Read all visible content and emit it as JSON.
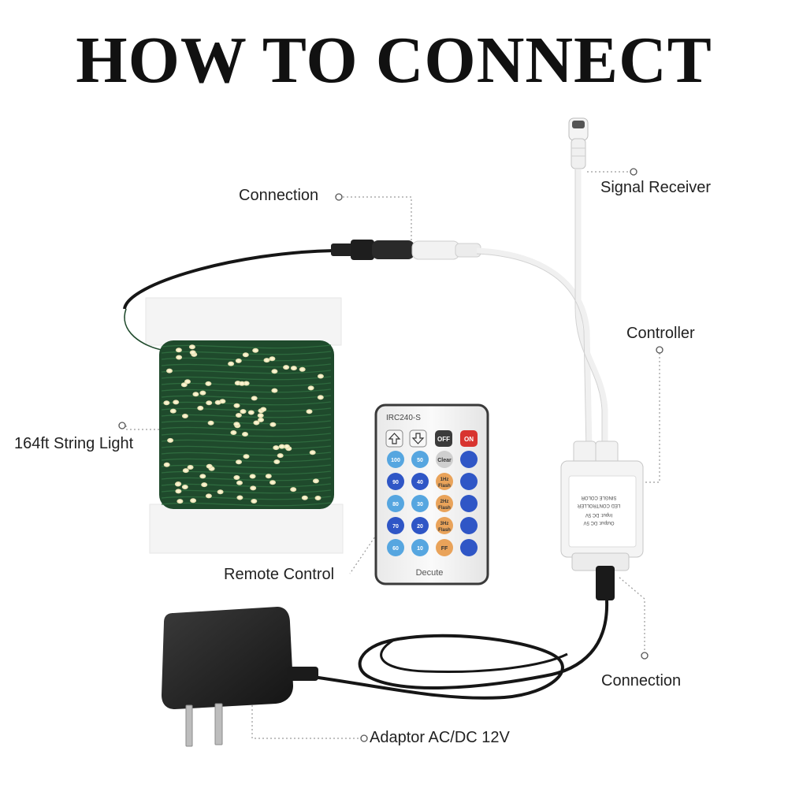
{
  "title": "HOW TO CONNECT",
  "labels": {
    "connection_top": "Connection",
    "signal_receiver": "Signal Receiver",
    "controller": "Controller",
    "string_light": "164ft String Light",
    "remote_control": "Remote Control",
    "connection_bottom": "Connection",
    "adaptor": "Adaptor AC/DC 12V"
  },
  "remote": {
    "model": "IRC240-S",
    "brand": "Decute",
    "top_keys": [
      "OFF",
      "ON"
    ],
    "left_column": [
      "100",
      "90",
      "80",
      "70",
      "60"
    ],
    "middle_column": [
      "50",
      "40",
      "30",
      "20",
      "10"
    ],
    "mode_column": [
      "Clear",
      "1Hz\nFlash",
      "2Hz\nFlash",
      "3Hz\nFlash",
      "FF"
    ]
  },
  "controller_box": {
    "lines": [
      "SINGLE COLOR",
      "LED CONTROLLER",
      "Input: DC 5V",
      "Output: DC 5V"
    ]
  },
  "colors": {
    "wire_green": "#1f4a2c",
    "wire_black": "#161616",
    "remote_blue": "#2f56c6",
    "remote_light_blue": "#56a6e0",
    "remote_orange": "#e9a35a",
    "leader_line": "#9a9a9a"
  }
}
